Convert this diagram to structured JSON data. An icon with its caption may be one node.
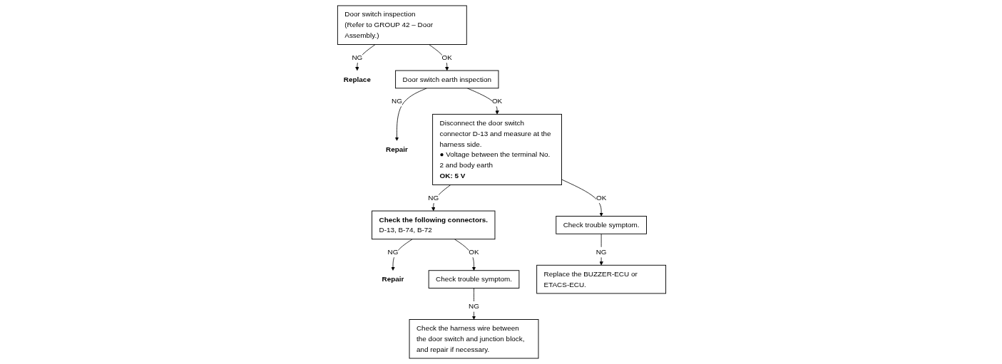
{
  "diagram": {
    "nodes": [
      {
        "text": [
          "Door switch inspection",
          "(Refer to GROUP 42 – Door Assembly.)"
        ]
      },
      {
        "text": [
          "Replace"
        ]
      },
      {
        "text": [
          "Door switch earth inspection"
        ]
      },
      {
        "text": [
          "Repair"
        ]
      },
      {
        "text": [
          "Disconnect the door switch connector D-13 and measure at the harness side.",
          "● Voltage between the terminal No. 2 and body earth",
          "OK: 5 V"
        ]
      },
      {
        "text": [
          "Check the following connectors.",
          "D-13, B-74, B-72"
        ]
      },
      {
        "text": [
          "Repair"
        ]
      },
      {
        "text": [
          "Check trouble symptom."
        ]
      },
      {
        "text": [
          "Check the harness wire between the door switch and junction block, and repair if necessary."
        ]
      },
      {
        "text": [
          "Check trouble symptom."
        ]
      },
      {
        "text": [
          "Replace the BUZZER-ECU or ETACS-ECU."
        ]
      }
    ],
    "edges": [
      {
        "from": 0,
        "to": 1,
        "label": "NG",
        "arrow": "to"
      },
      {
        "from": 0,
        "to": 2,
        "label": "OK",
        "arrow": "to"
      },
      {
        "from": 2,
        "to": 3,
        "label": "NG",
        "arrow": "to"
      },
      {
        "from": 2,
        "to": 4,
        "label": "OK",
        "arrow": "to"
      },
      {
        "from": 4,
        "to": 5,
        "label": "NG",
        "arrow": "to"
      },
      {
        "from": 5,
        "to": 6,
        "label": "NG",
        "arrow": "to"
      },
      {
        "from": 5,
        "to": 7,
        "label": "OK",
        "arrow": "to"
      },
      {
        "from": 7,
        "to": 8,
        "label": "NG",
        "arrow": "to"
      },
      {
        "from": 4,
        "to": 9,
        "label": "OK",
        "arrow": "to"
      },
      {
        "from": 9,
        "to": 10,
        "label": "NG",
        "arrow": "to"
      }
    ]
  }
}
